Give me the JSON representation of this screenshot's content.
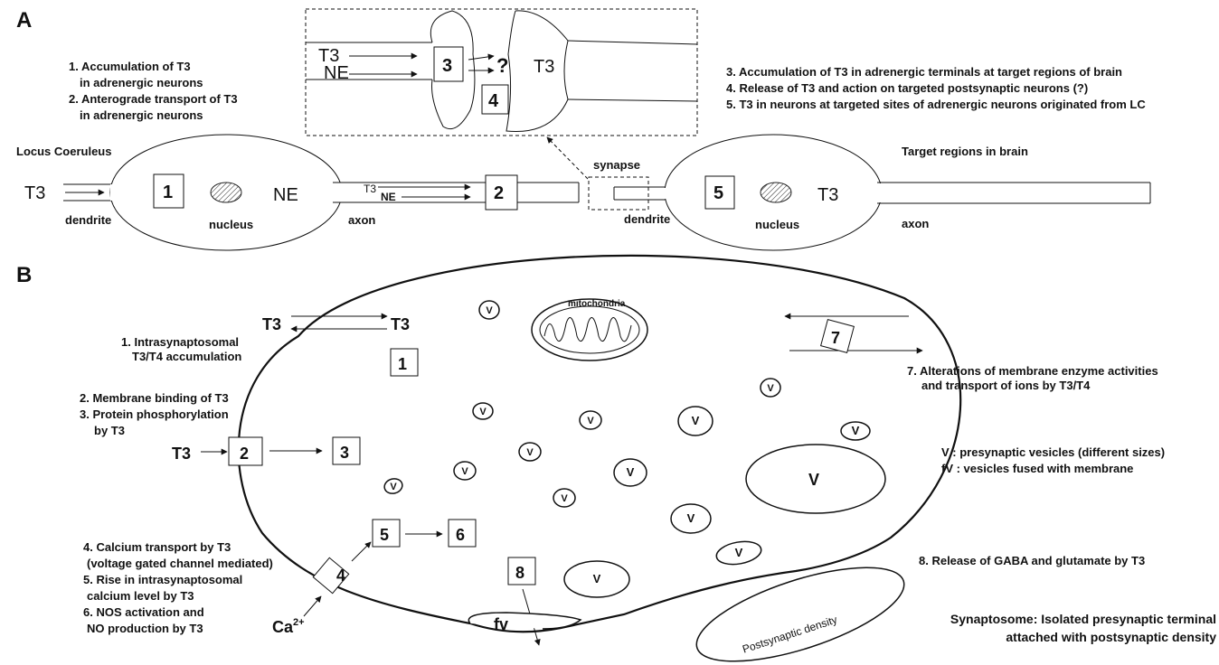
{
  "panelA": {
    "label": "A",
    "notes_left": [
      "1. Accumulation of T3",
      "in adrenergic neurons",
      "2. Anterograde transport of T3",
      "in adrenergic neurons"
    ],
    "notes_right": [
      "3. Accumulation of T3 in adrenergic terminals at target regions of brain",
      "4. Release of T3 and action on targeted postsynaptic neurons (?)",
      "5. T3 in neurons at targeted sites of adrenergic neurons originated from LC"
    ],
    "inset": {
      "t3": "T3",
      "ne": "NE",
      "box3": "3",
      "question": "?",
      "box4": "4",
      "t3_post": "T3"
    },
    "neuron1": {
      "region": "Locus Coeruleus",
      "t3": "T3",
      "box": "1",
      "nucleus": "nucleus",
      "ne": "NE",
      "dendrite": "dendrite",
      "axon": "axon",
      "t3_small": "T3",
      "ne_small": "NE",
      "box2": "2"
    },
    "synapse": "synapse",
    "neuron2": {
      "region": "Target regions in brain",
      "box": "5",
      "nucleus": "nucleus",
      "t3": "T3",
      "dendrite": "dendrite",
      "axon": "axon"
    }
  },
  "panelB": {
    "label": "B",
    "t3_left": "T3",
    "t3_right": "T3",
    "note1": [
      "1.   Intrasynaptosomal",
      "T3/T4 accumulation"
    ],
    "box1": "1",
    "mito": "mitochondria",
    "note23": [
      "2. Membrane binding of T3",
      "3. Protein phosphorylation",
      "by T3"
    ],
    "t3_in": "T3",
    "box2": "2",
    "box3": "3",
    "box7": "7",
    "note7": [
      "7. Alterations of membrane enzyme activities",
      "and transport of ions by T3/T4"
    ],
    "legend": [
      "V : presynaptic vesicles (different sizes)",
      "fV : vesicles fused with membrane"
    ],
    "vesicle": "V",
    "vesicle_big": "V",
    "box4": "4",
    "box5": "5",
    "box6": "6",
    "box8": "8",
    "note456": [
      "4. Calcium transport by T3",
      "(voltage gated channel mediated)",
      "5. Rise in intrasynaptosomal",
      "calcium level by T3",
      "6. NOS activation and",
      "NO production by T3"
    ],
    "ca": "Ca",
    "ca_sup": "2+",
    "fv": "fv",
    "note8": "8. Release of GABA and glutamate by T3",
    "postsyn": "Postsynaptic density",
    "caption": [
      "Synaptosome: Isolated presynaptic terminal",
      "attached with postsynaptic density"
    ]
  }
}
